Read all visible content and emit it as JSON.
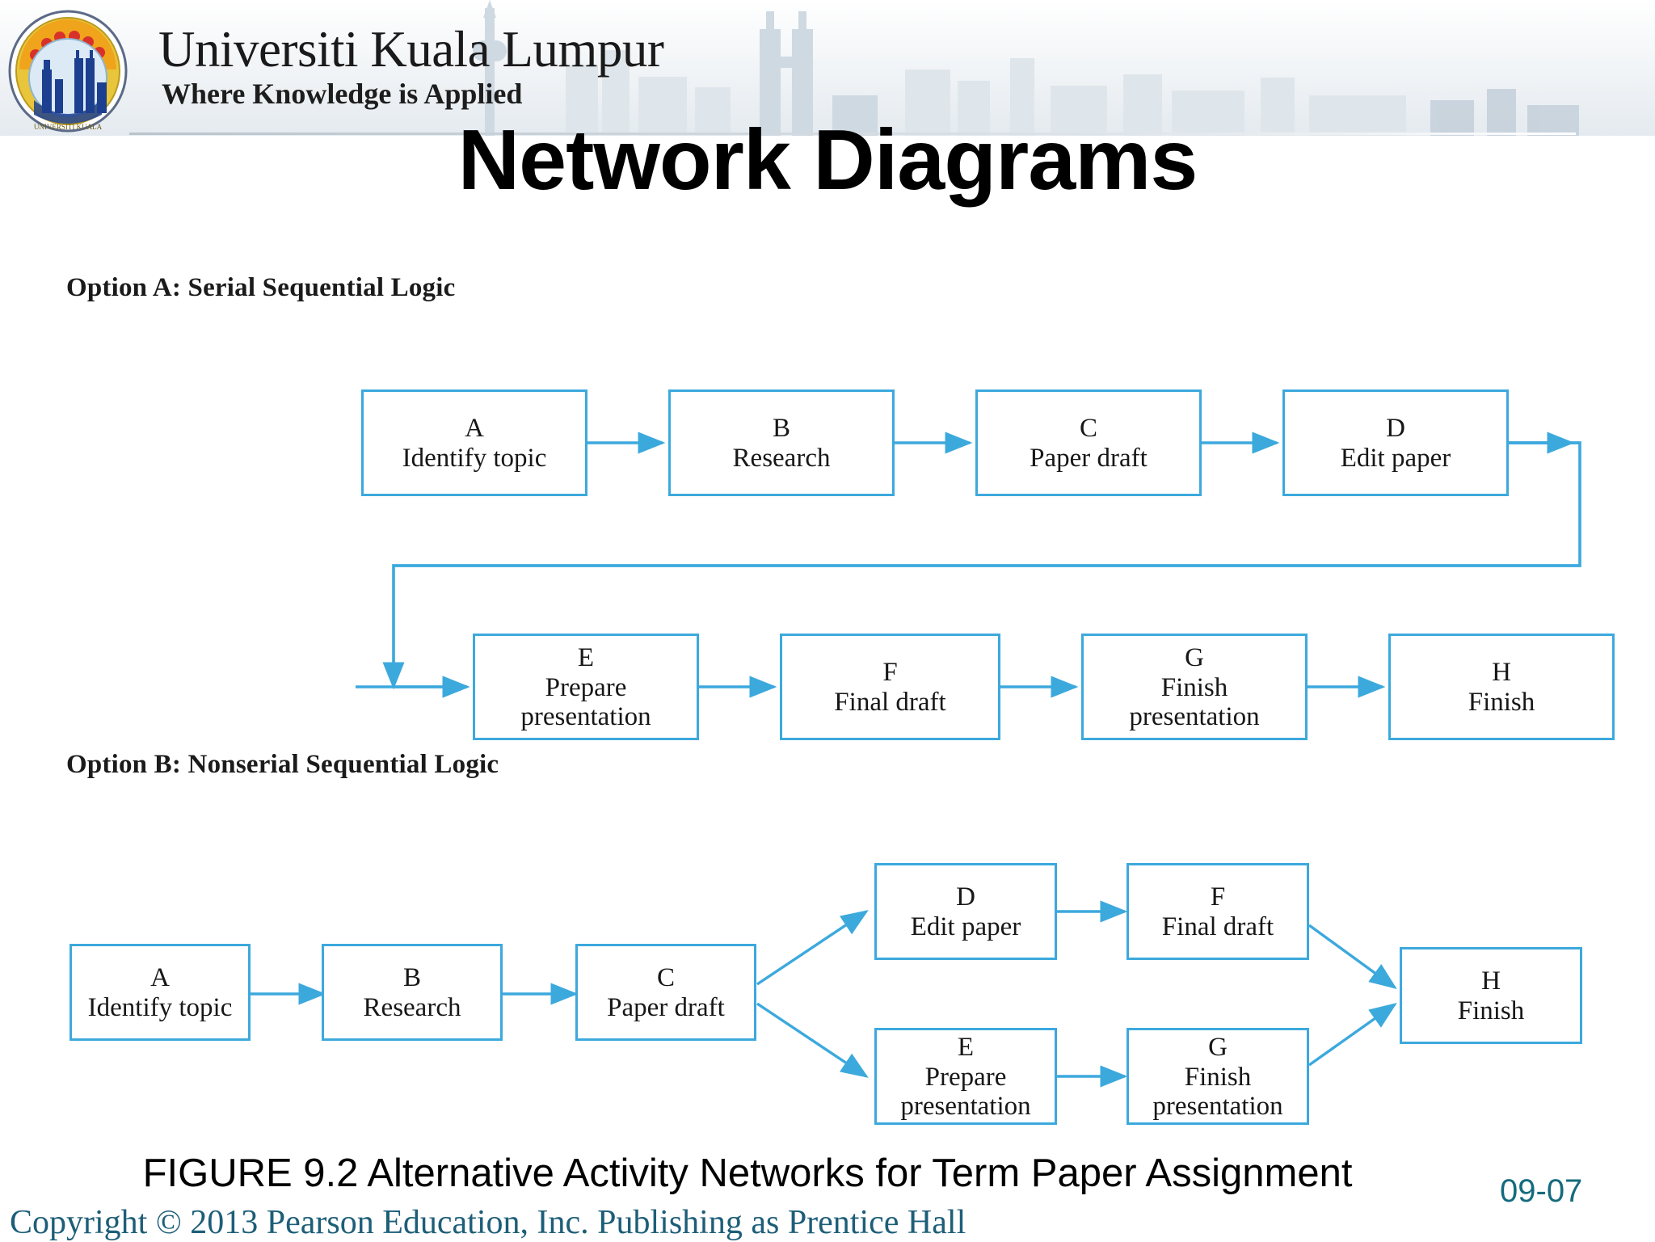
{
  "header": {
    "logo_icon": "university-seal-icon",
    "skyline_icon": "city-skyline-icon",
    "university_name": "Universiti Kuala Lumpur",
    "tagline": "Where Knowledge is Applied",
    "slide_title": "Network Diagrams"
  },
  "figure": {
    "option_a_label": "Option A: Serial Sequential Logic",
    "option_b_label": "Option B: Nonserial Sequential Logic",
    "caption": "FIGURE 9.2  Alternative Activity Networks for Term Paper Assignment",
    "page_number": "09-07",
    "copyright": "Copyright © 2013 Pearson Education, Inc. Publishing as Prentice Hall",
    "accent_color": "#3ca9dd",
    "page_number_color": "#156b7e",
    "copyright_color": "#1d5e78"
  },
  "option_a": {
    "nodes": [
      {
        "id": "A",
        "label": "Identify topic"
      },
      {
        "id": "B",
        "label": "Research"
      },
      {
        "id": "C",
        "label": "Paper draft"
      },
      {
        "id": "D",
        "label": "Edit paper"
      },
      {
        "id": "E",
        "label": "Prepare\npresentation"
      },
      {
        "id": "F",
        "label": "Final draft"
      },
      {
        "id": "G",
        "label": "Finish\npresentation"
      },
      {
        "id": "H",
        "label": "Finish"
      }
    ],
    "edges": [
      {
        "from": "A",
        "to": "B"
      },
      {
        "from": "B",
        "to": "C"
      },
      {
        "from": "C",
        "to": "D"
      },
      {
        "from": "D",
        "to": "E"
      },
      {
        "from": "E",
        "to": "F"
      },
      {
        "from": "F",
        "to": "G"
      },
      {
        "from": "G",
        "to": "H"
      }
    ]
  },
  "option_b": {
    "nodes": [
      {
        "id": "A",
        "label": "Identify topic"
      },
      {
        "id": "B",
        "label": "Research"
      },
      {
        "id": "C",
        "label": "Paper draft"
      },
      {
        "id": "D",
        "label": "Edit paper"
      },
      {
        "id": "F",
        "label": "Final draft"
      },
      {
        "id": "E",
        "label": "Prepare\npresentation"
      },
      {
        "id": "G",
        "label": "Finish\npresentation"
      },
      {
        "id": "H",
        "label": "Finish"
      }
    ],
    "edges": [
      {
        "from": "A",
        "to": "B"
      },
      {
        "from": "B",
        "to": "C"
      },
      {
        "from": "C",
        "to": "D"
      },
      {
        "from": "C",
        "to": "E"
      },
      {
        "from": "D",
        "to": "F"
      },
      {
        "from": "E",
        "to": "G"
      },
      {
        "from": "F",
        "to": "H"
      },
      {
        "from": "G",
        "to": "H"
      }
    ]
  }
}
